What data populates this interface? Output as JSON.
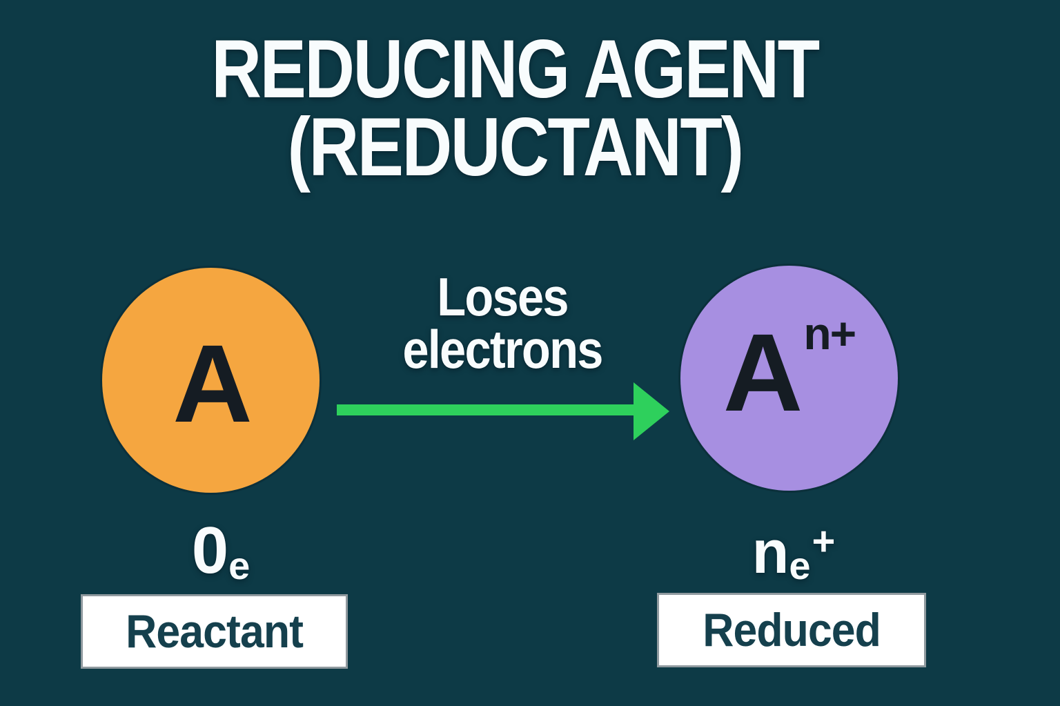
{
  "title": {
    "line1": "REDUCING AGENT",
    "line2": "(REDUCTANT)"
  },
  "flow": {
    "label_line1": "Loses",
    "label_line2": "electrons"
  },
  "reactant": {
    "symbol": "A",
    "electron_count": "0",
    "electron_subscript": "e",
    "caption": "Reactant"
  },
  "product": {
    "symbol": "A",
    "charge": "n+",
    "electron_count": "n",
    "electron_subscript": "e",
    "electron_superscript": "+",
    "caption": "Reduced"
  },
  "colors": {
    "background": "#0d3a46",
    "title_text": "#f8fcfd",
    "reactant_circle": "#f5a640",
    "product_circle": "#a78fe1",
    "arrow_green": "#2ed05c",
    "atom_text": "#151c23",
    "caption_bg": "#ffffff",
    "caption_text": "#15404d"
  }
}
